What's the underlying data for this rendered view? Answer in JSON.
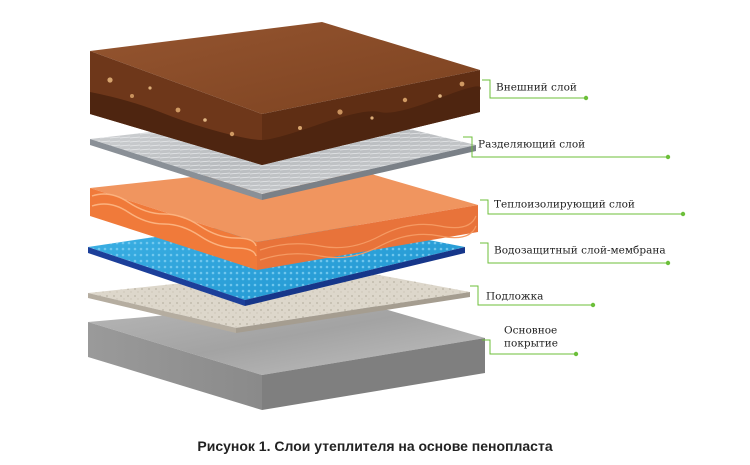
{
  "caption": "Рисунок 1. Слои утеплителя на основе пенопласта",
  "colors": {
    "callout_line": "#6cbf3a",
    "outer_top": "#8a4d25",
    "outer_side": "#6b3418",
    "separator": "#c4c6c8",
    "insulation": "#ef8b54",
    "membrane": "#2aa6dc",
    "underlay": "#ddd7cb",
    "base": "#9a9a9a"
  },
  "layers": [
    {
      "id": "outer",
      "label": "Внешний слой"
    },
    {
      "id": "separator",
      "label": "Разделяющий слой"
    },
    {
      "id": "insulation",
      "label": "Теплоизолирующий слой"
    },
    {
      "id": "membrane",
      "label": "Водозащитный слой-мембрана"
    },
    {
      "id": "underlay",
      "label": "Подложка"
    },
    {
      "id": "base",
      "label_lines": [
        "Основное",
        "покрытие"
      ]
    }
  ]
}
